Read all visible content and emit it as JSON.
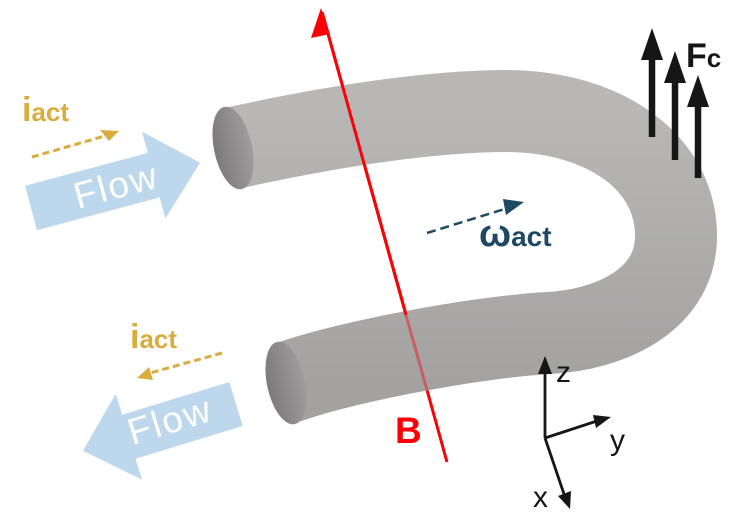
{
  "colors": {
    "tube_light": "#b8b7b6",
    "tube_dark": "#a3a2a1",
    "cap_dark": "#7c7a7a",
    "cap_light": "#9e9c9c",
    "flow_blue": "#bdd7ec",
    "flow_text": "#ffffff",
    "gold": "#d9ac3f",
    "teal": "#1f4963",
    "red": "#fb0006",
    "black": "#161616"
  },
  "labels": {
    "flow_top": "Flow",
    "flow_bottom": "Flow",
    "current_top": {
      "base": "i",
      "sub": "act"
    },
    "current_bottom": {
      "base": "i",
      "sub": "act"
    },
    "angular_velocity": {
      "base": "ω",
      "sub": "act"
    },
    "coriolis_force": {
      "base": "F",
      "sub": "c"
    },
    "magnetic_field": "B",
    "axes": {
      "x": "x",
      "y": "y",
      "z": "z"
    }
  }
}
